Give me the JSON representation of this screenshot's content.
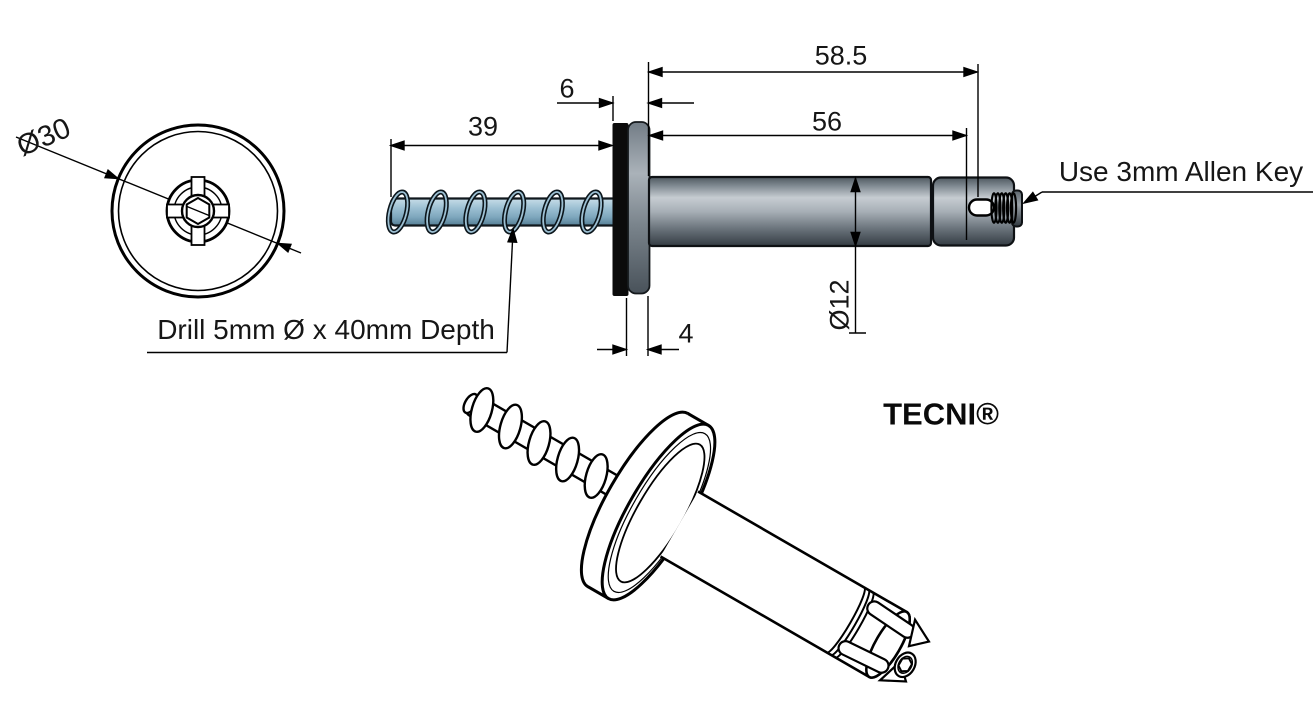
{
  "brand": {
    "label": "TECNI®"
  },
  "front_view": {
    "diameter_label": "Ø30"
  },
  "side_view": {
    "dim_thread_length": "39",
    "dim_flange_thickness": "6",
    "dim_overall_length": "58.5",
    "dim_body_length": "56",
    "dim_cap_thickness": "4",
    "dim_body_diameter": "Ø12",
    "note_drill": "Drill 5mm Ø x 40mm Depth",
    "note_allen": "Use 3mm Allen Key"
  },
  "colors": {
    "line": "#000000",
    "thread_blue": "#9dc0d3",
    "steel_light": "#c6ccd1",
    "steel_dark": "#39424a",
    "washer_black": "#0b0b0b",
    "background": "#ffffff"
  }
}
